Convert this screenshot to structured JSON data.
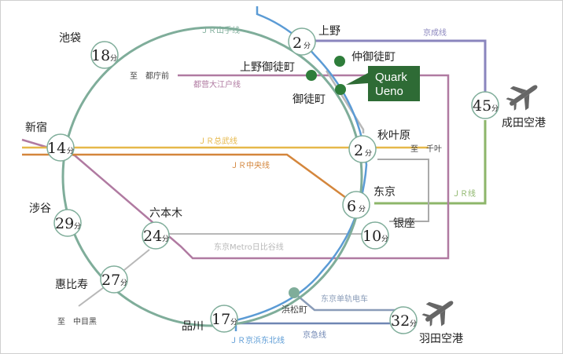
{
  "colors": {
    "yamanote": "#7fad9a",
    "keihin": "#5b9bd5",
    "sobu": "#e6b84a",
    "chuo": "#d4863c",
    "oedo": "#b07aa1",
    "hibiya": "#b8b8b8",
    "keisei": "#8a85bd",
    "jr_green": "#8db66a",
    "keikyu": "#6f86b3",
    "monorail": "#8a9cb8",
    "ginza": "#aaaaaa",
    "station_dot": "#2e7d3a",
    "quark_bg": "#2e6b35"
  },
  "icons": {
    "airplane": "airplane-icon",
    "station": "station-dot-icon"
  },
  "lines": {
    "yamanote": "ＪＲ山手线",
    "keihin": "ＪＲ京浜东北线",
    "sobu": "ＪＲ总武线",
    "chuo": "ＪＲ中央线",
    "oedo": "都营大江户线",
    "hibiya": "东京Metro日比谷线",
    "keisei": "京成线",
    "jr": "ＪＲ线",
    "monorail": "东京单轨电车",
    "keikyu": "京急线"
  },
  "stations": {
    "ueno": {
      "name": "上野",
      "minutes": "2",
      "unit": "分"
    },
    "ikebukuro": {
      "name": "池袋",
      "minutes": "18",
      "unit": "分"
    },
    "shinjuku": {
      "name": "新宿",
      "minutes": "14",
      "unit": "分"
    },
    "akihabara": {
      "name": "秋叶原",
      "minutes": "2",
      "unit": "分"
    },
    "tokyo": {
      "name": "东京",
      "minutes": "6",
      "unit": "分"
    },
    "ginza": {
      "name": "银座",
      "minutes": "10",
      "unit": "分"
    },
    "shibuya": {
      "name": "涉谷",
      "minutes": "29",
      "unit": "分"
    },
    "roppongi": {
      "name": "六本木",
      "minutes": "24",
      "unit": "分"
    },
    "ebisu": {
      "name": "惠比寿",
      "minutes": "27",
      "unit": "分"
    },
    "shinagawa": {
      "name": "品川",
      "minutes": "17",
      "unit": "分"
    },
    "haneda": {
      "name": "羽田空港",
      "minutes": "32",
      "unit": "分"
    },
    "narita": {
      "name": "成田空港",
      "minutes": "45",
      "unit": "分"
    },
    "nakaokachimachi": {
      "name": "仲御徒町"
    },
    "uenookachimachi": {
      "name": "上野御徒町"
    },
    "okachimachi": {
      "name": "御徒町"
    },
    "hamamatsucho": {
      "name": "浜松町"
    }
  },
  "destinations": {
    "tochomae": "至　都庁前",
    "chiba": "至　千叶",
    "nakameguro": "至　中目黑"
  },
  "quark": {
    "line1": "Quark",
    "line2": "Ueno"
  }
}
